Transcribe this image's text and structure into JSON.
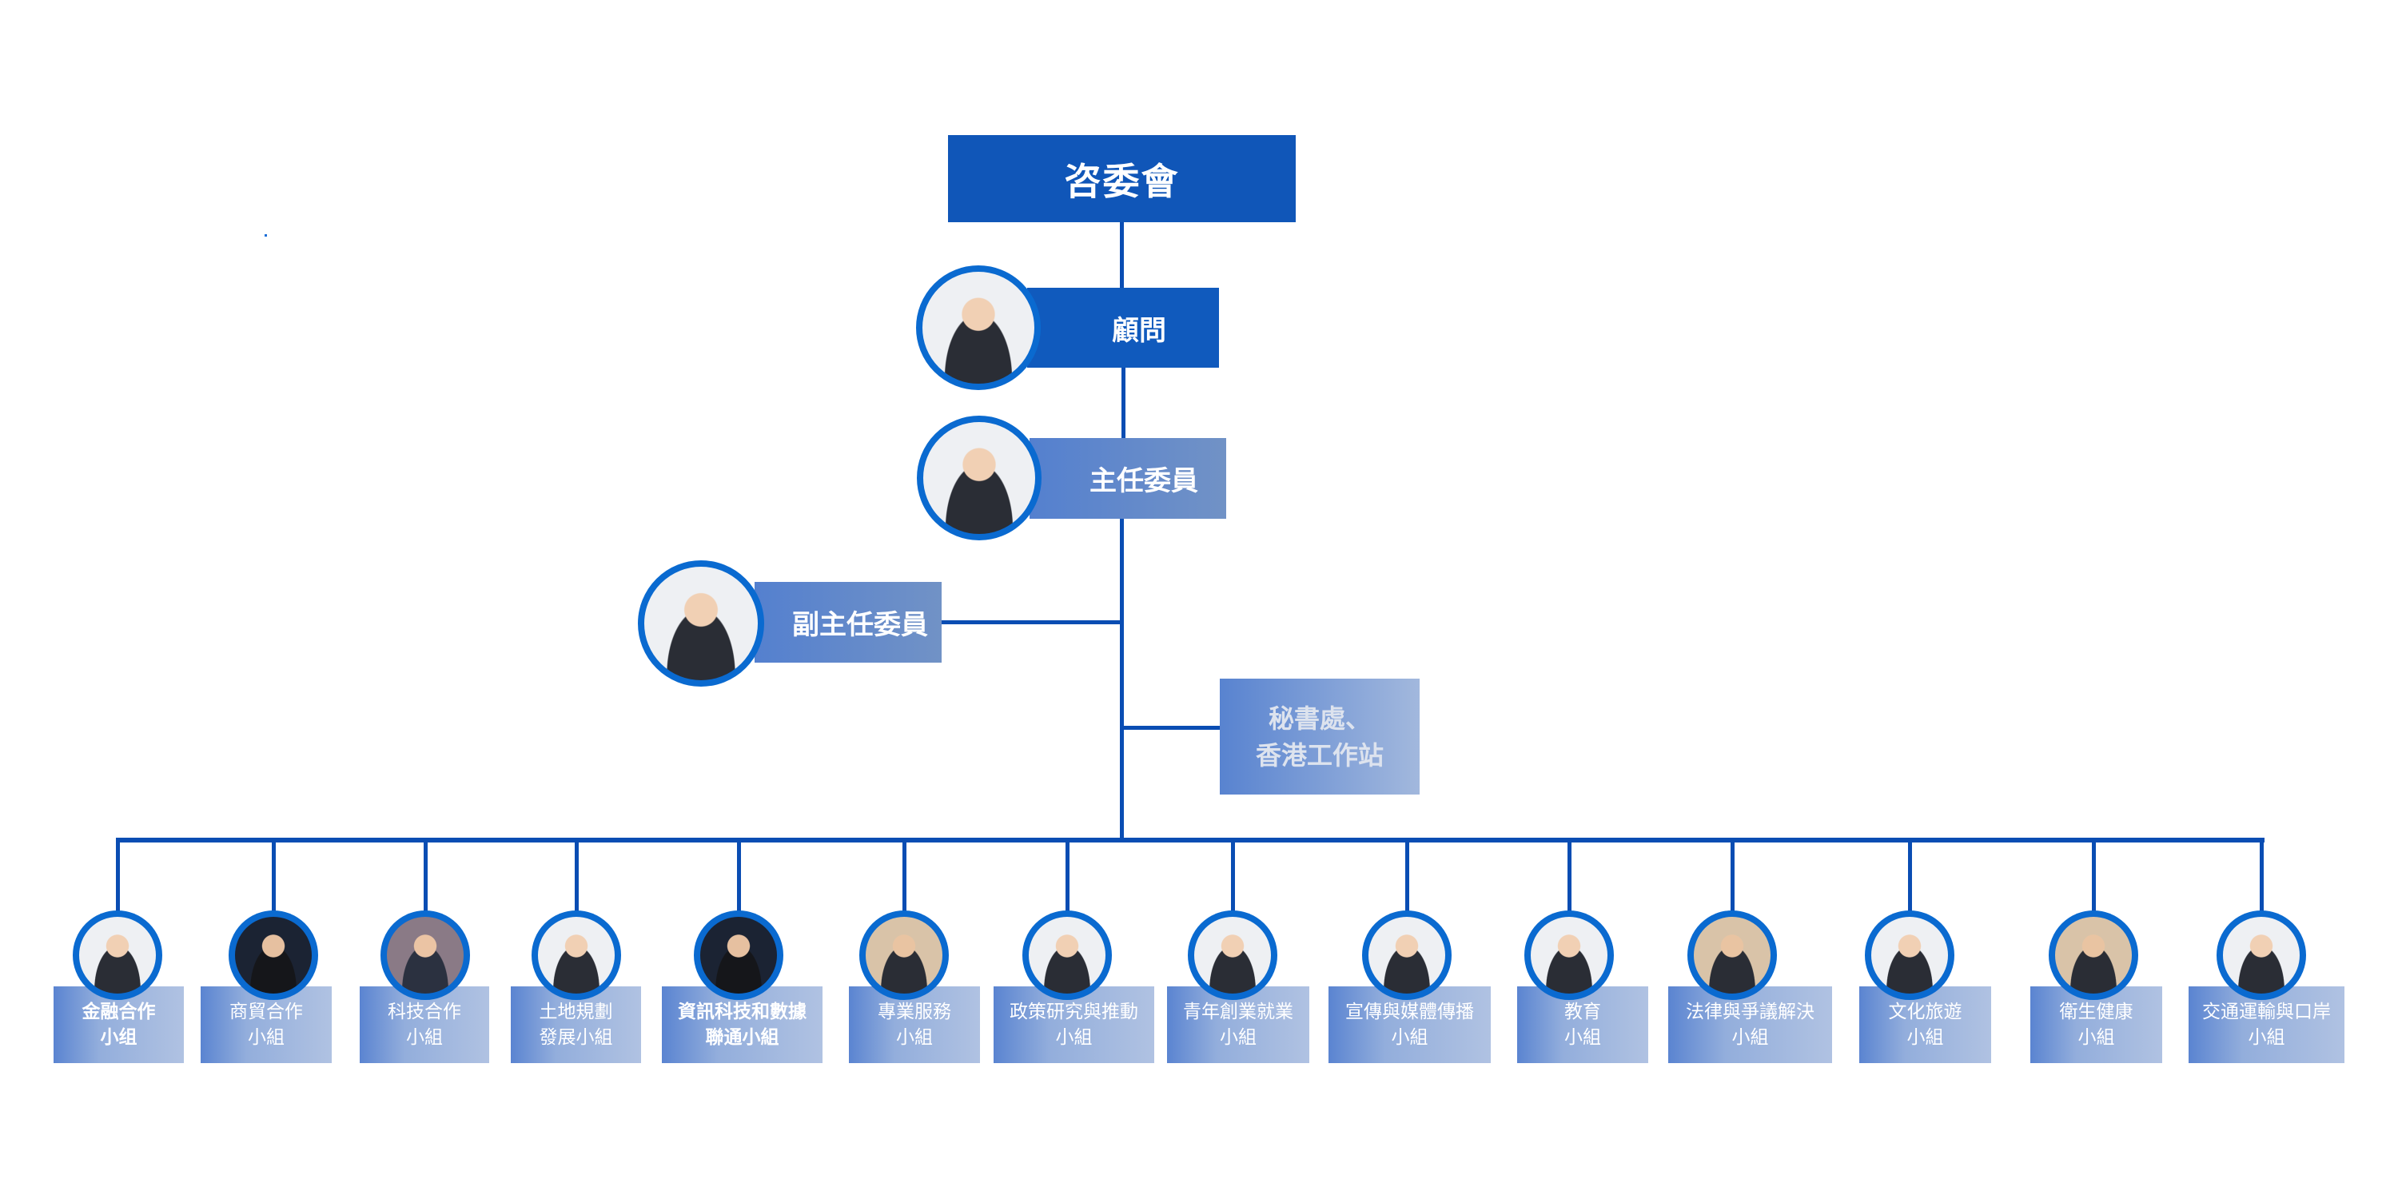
{
  "colors": {
    "connector": "#0a4db3",
    "top_box": "#1056b8",
    "avatar_ring": "#0a6ad0"
  },
  "committee": {
    "title": "咨委會"
  },
  "advisor": {
    "label": "顧問",
    "photo": "person-photo"
  },
  "chairman": {
    "label": "主任委員",
    "photo": "person-photo"
  },
  "vice_chairman": {
    "label": "副主任委員",
    "photo": "person-photo"
  },
  "secretariat": {
    "line1": "秘書處、",
    "line2": "香港工作站"
  },
  "groups": [
    {
      "line1": "金融合作",
      "line2": "小组",
      "bold": true
    },
    {
      "line1": "商貿合作",
      "line2": "小組",
      "bold": false
    },
    {
      "line1": "科技合作",
      "line2": "小組",
      "bold": false
    },
    {
      "line1": "土地規劃",
      "line2": "發展小組",
      "bold": false
    },
    {
      "line1": "資訊科技和數據",
      "line2": "聯通小組",
      "bold": true
    },
    {
      "line1": "專業服務",
      "line2": "小組",
      "bold": false
    },
    {
      "line1": "政策研究與推動",
      "line2": "小組",
      "bold": false
    },
    {
      "line1": "青年創業就業",
      "line2": "小組",
      "bold": false
    },
    {
      "line1": "宣傳與媒體傳播",
      "line2": "小組",
      "bold": false
    },
    {
      "line1": "教育",
      "line2": "小組",
      "bold": false
    },
    {
      "line1": "法律與爭議解決",
      "line2": "小組",
      "bold": false
    },
    {
      "line1": "文化旅遊",
      "line2": "小組",
      "bold": false
    },
    {
      "line1": "衛生健康",
      "line2": "小組",
      "bold": false
    },
    {
      "line1": "交通運輸與口岸",
      "line2": "小組",
      "bold": false
    }
  ]
}
